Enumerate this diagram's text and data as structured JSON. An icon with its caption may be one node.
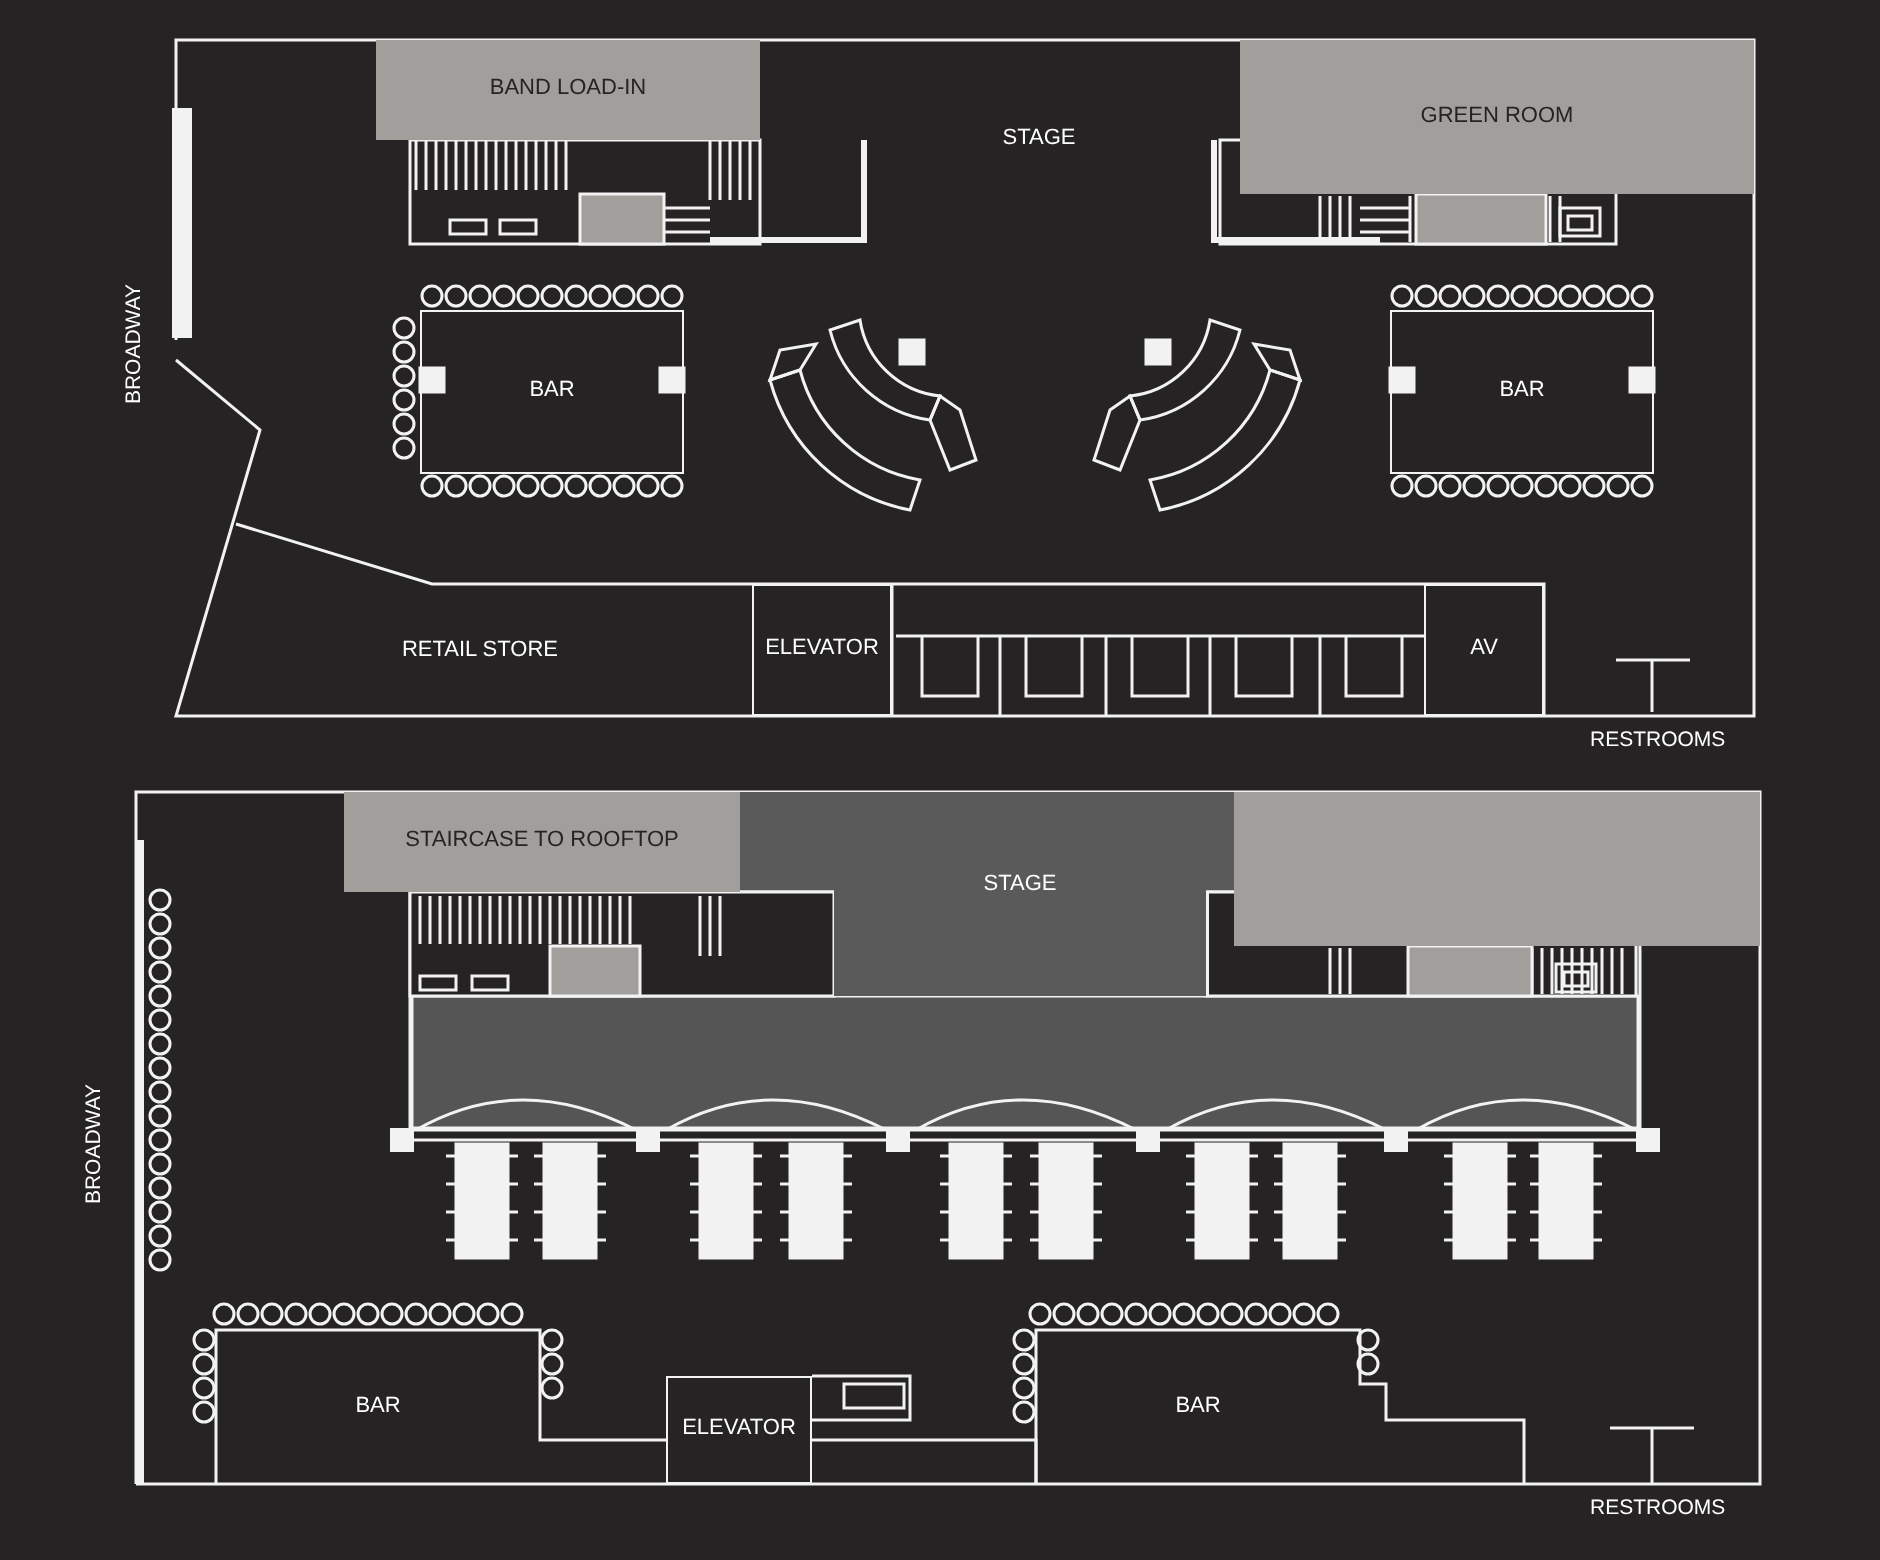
{
  "diagram": {
    "nodes": [
      {
        "text": [
          "BAND LOAD-IN"
        ]
      },
      {
        "text": [
          "STAGE"
        ]
      },
      {
        "text": [
          "GREEN ROOM"
        ]
      },
      {
        "text": [
          "BAR"
        ]
      },
      {
        "text": [
          "BAR"
        ]
      },
      {
        "text": [
          "RETAIL STORE"
        ]
      },
      {
        "text": [
          "ELEVATOR"
        ]
      },
      {
        "text": [
          "AV"
        ]
      },
      {
        "text": [
          "STAIRCASE TO ROOFTOP"
        ]
      },
      {
        "text": [
          "STAGE"
        ]
      },
      {
        "text": [],
        "shape": "box"
      },
      {
        "text": [
          "BAR"
        ]
      },
      {
        "text": [
          "ELEVATOR"
        ]
      },
      {
        "text": [
          "BAR"
        ]
      }
    ],
    "labels": [
      "BROADWAY",
      "RESTROOMS",
      "BROADWAY",
      "RESTROOMS"
    ]
  }
}
